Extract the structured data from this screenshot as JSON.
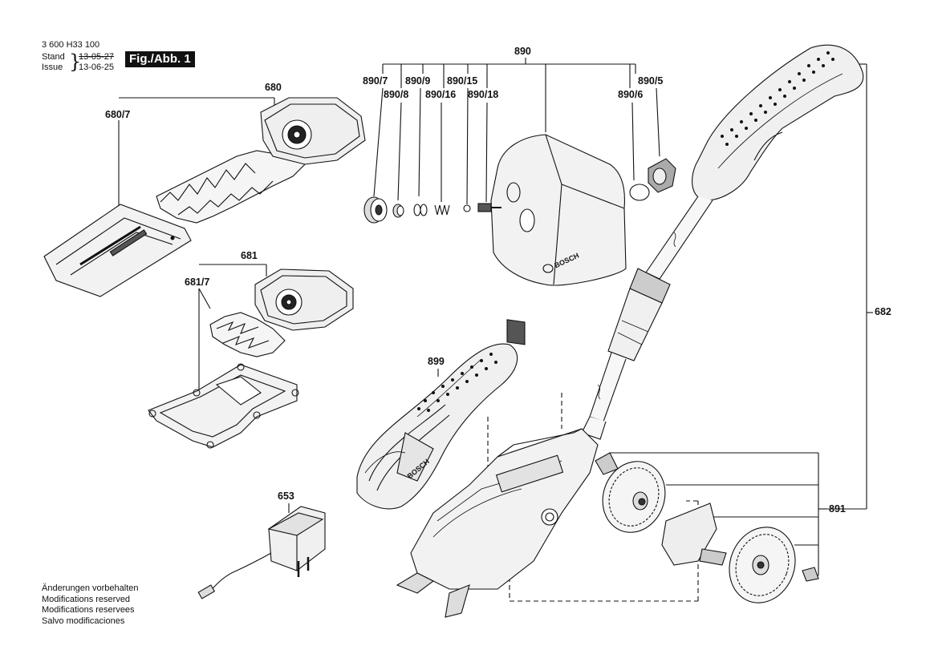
{
  "header": {
    "doc_number": "3 600 H33 100",
    "stand_label": "Stand",
    "issue_label": "Issue",
    "stand_date": "13-05-27",
    "issue_date": "13-06-25",
    "figure_tag": "Fig./Abb. 1"
  },
  "part_labels": {
    "p680": "680",
    "p680_7": "680/7",
    "p681": "681",
    "p681_7": "681/7",
    "p653": "653",
    "p899": "899",
    "p890": "890",
    "p890_7": "890/7",
    "p890_8": "890/8",
    "p890_9": "890/9",
    "p890_15": "890/15",
    "p890_16": "890/16",
    "p890_18": "890/18",
    "p890_5": "890/5",
    "p890_6": "890/6",
    "p682": "682",
    "p891": "891"
  },
  "body_text": {
    "brand_text": "BOSCH"
  },
  "footer": {
    "lines": [
      "Änderungen vorbehalten",
      "Modifications reserved",
      "Modifications reservees",
      "Salvo modificaciones"
    ]
  },
  "colors": {
    "ink": "#111111",
    "light_fill": "#e8e8e8",
    "mid_fill": "#c8c8c8",
    "dark_fill": "#555555"
  }
}
